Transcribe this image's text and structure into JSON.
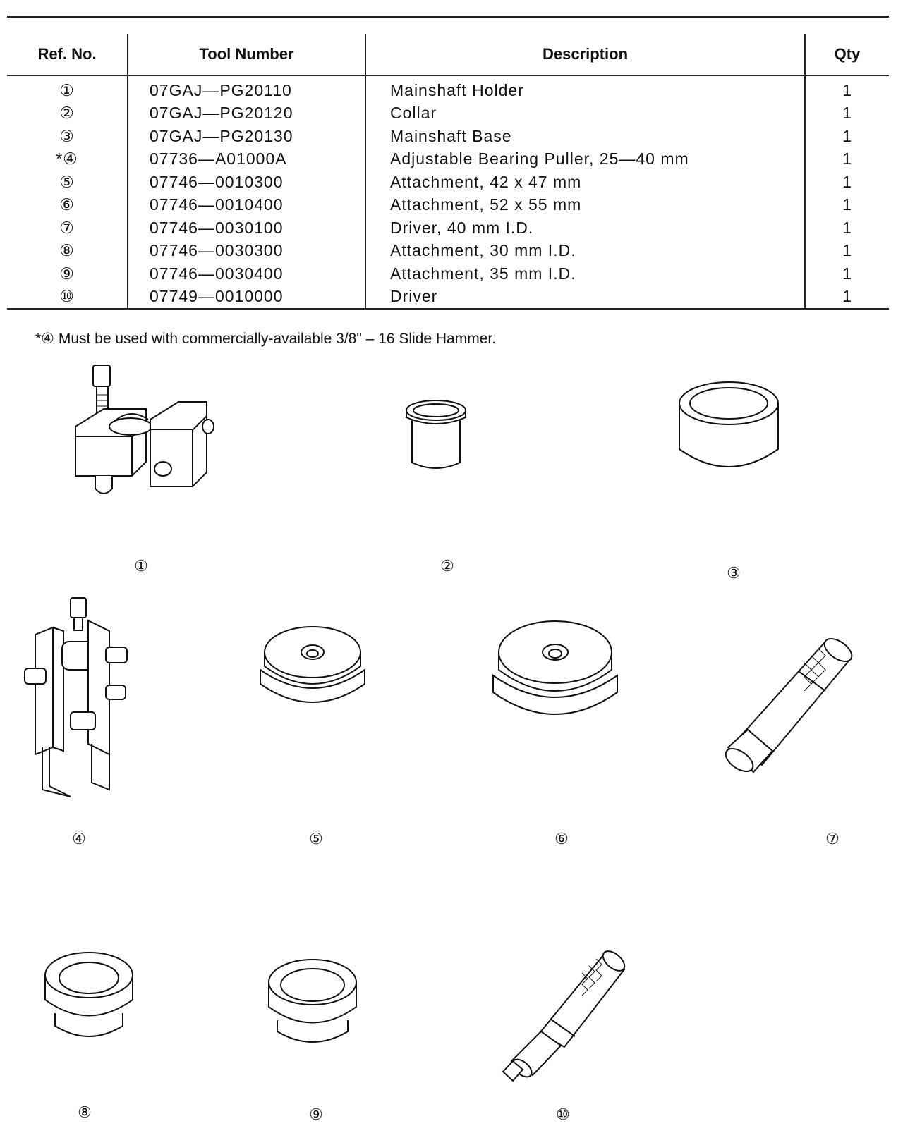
{
  "table": {
    "headers": {
      "ref": "Ref. No.",
      "tool": "Tool Number",
      "desc": "Description",
      "qty": "Qty"
    },
    "rows": [
      {
        "ref": "①",
        "tool": "07GAJ—PG20110",
        "desc": "Mainshaft Holder",
        "qty": "1"
      },
      {
        "ref": "②",
        "tool": "07GAJ—PG20120",
        "desc": "Collar",
        "qty": "1"
      },
      {
        "ref": "③",
        "tool": "07GAJ—PG20130",
        "desc": "Mainshaft Base",
        "qty": "1"
      },
      {
        "ref": "*④",
        "tool": "07736—A01000A",
        "desc": "Adjustable Bearing Puller, 25—40 mm",
        "qty": "1"
      },
      {
        "ref": "⑤",
        "tool": "07746—0010300",
        "desc": "Attachment, 42 x 47 mm",
        "qty": "1"
      },
      {
        "ref": "⑥",
        "tool": "07746—0010400",
        "desc": "Attachment, 52 x 55 mm",
        "qty": "1"
      },
      {
        "ref": "⑦",
        "tool": "07746—0030100",
        "desc": "Driver, 40 mm I.D.",
        "qty": "1"
      },
      {
        "ref": "⑧",
        "tool": "07746—0030300",
        "desc": "Attachment, 30 mm I.D.",
        "qty": "1"
      },
      {
        "ref": "⑨",
        "tool": "07746—0030400",
        "desc": "Attachment, 35 mm I.D.",
        "qty": "1"
      },
      {
        "ref": "⑩",
        "tool": "07749—0010000",
        "desc": "Driver",
        "qty": "1"
      }
    ]
  },
  "footnote": "*④ Must be used with commercially-available 3/8\" – 16 Slide Hammer.",
  "figures": {
    "labels": [
      "①",
      "②",
      "③",
      "④",
      "⑤",
      "⑥",
      "⑦",
      "⑧",
      "⑨",
      "⑩"
    ]
  }
}
